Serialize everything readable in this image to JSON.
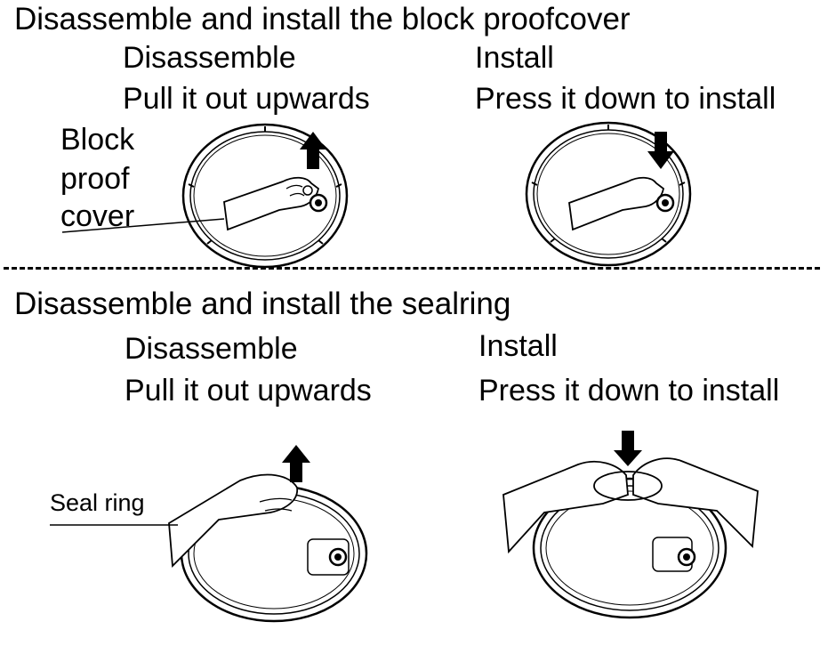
{
  "section1": {
    "title": "Disassemble and install the block proofcover",
    "disassemble_label": "Disassemble",
    "disassemble_instruction": "Pull it out upwards",
    "install_label": "Install",
    "install_instruction": "Press it down to install",
    "callout_line1": "Block",
    "callout_line2": "proof",
    "callout_line3": "cover"
  },
  "section2": {
    "title": "Disassemble and install the sealring",
    "disassemble_label": "Disassemble",
    "disassemble_instruction": "Pull it out upwards",
    "install_label": "Install",
    "install_instruction": "Press it down to install",
    "callout": "Seal ring"
  }
}
